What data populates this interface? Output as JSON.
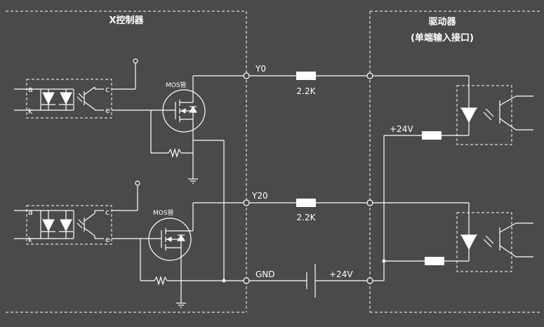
{
  "x_controller": {
    "title": "X控制器"
  },
  "driver": {
    "title": "驱动器",
    "subtitle": "(单端输入接口)"
  },
  "mos_label_1": "MOS管",
  "mos_label_2": "MOS管",
  "pins": {
    "a": "a",
    "k": "k",
    "c": "c",
    "e": "e"
  },
  "signals": {
    "y0": "Y0",
    "y20": "Y20",
    "gnd": "GND"
  },
  "resistors": {
    "r1": "2.2K",
    "r2": "2.2K"
  },
  "supplies": {
    "driver_vcc": "+24V",
    "battery": "+24V"
  },
  "colors": {
    "background": "#4a4a4d",
    "line": "#ffffff"
  }
}
